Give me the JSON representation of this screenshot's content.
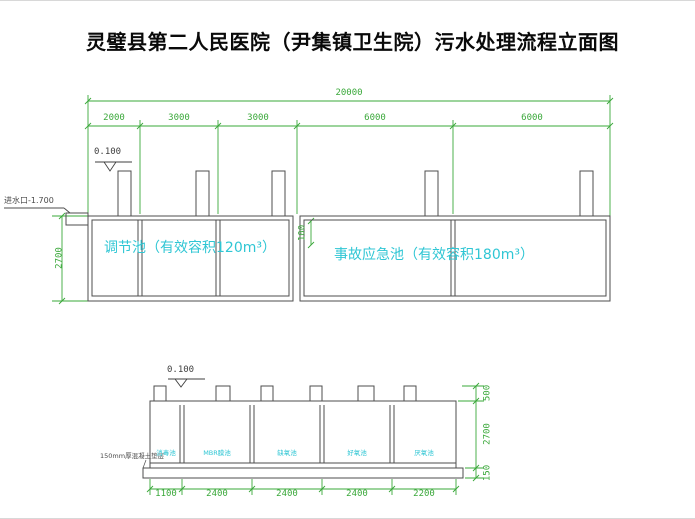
{
  "title": "灵璧县第二人民医院（尹集镇卫生院）污水处理流程立面图",
  "upper_view": {
    "total_dim": "20000",
    "segment_dims": [
      "2000",
      "3000",
      "3000",
      "6000",
      "6000"
    ],
    "elevation_mark": "0.100",
    "inlet_label": "进水口-1.700",
    "left_height_dim": "2700",
    "gap_dim": "100",
    "tank_left_label": "调节池（有效容积120m³）",
    "tank_right_label": "事故应急池（有效容积180m³）"
  },
  "lower_view": {
    "elevation_mark": "0.100",
    "foundation_note": "150mm厚混凝土垫层",
    "compartment_labels": [
      "消毒池",
      "MBR膜池",
      "缺氧池",
      "好氧池",
      "厌氧池"
    ],
    "bottom_dims": [
      "1100",
      "2400",
      "2400",
      "2400",
      "2200"
    ],
    "right_dims": [
      "500",
      "2700",
      "150"
    ]
  },
  "colors": {
    "dimension_green": "#3aa83a",
    "label_cyan": "#2fc6d4",
    "outline_dark": "#4d4d4d"
  }
}
